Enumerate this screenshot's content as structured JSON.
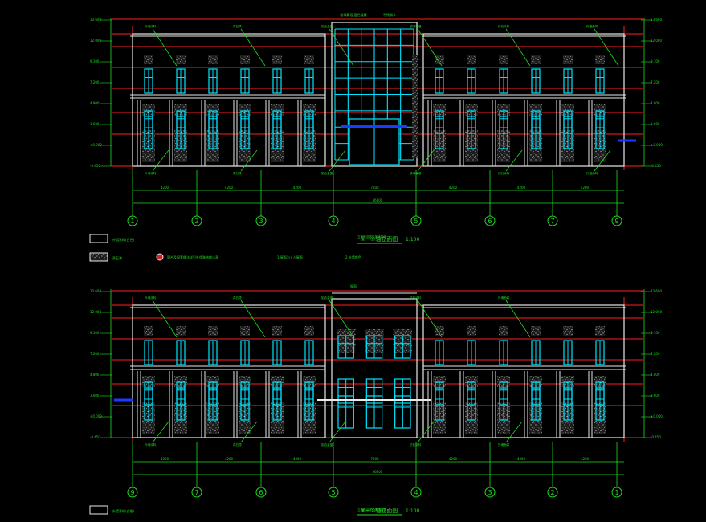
{
  "colors": {
    "background": "#000000",
    "grid_red": "#ff2020",
    "glass_cyan": "#00e5ff",
    "line_green": "#22dd22",
    "wall_white": "#e8e8e8",
    "texture_gray": "#8a8a8a",
    "highlight_blue": "#1a3cff"
  },
  "upper_elevation": {
    "title": "①~⑨轴立面图",
    "scale": "1:100",
    "axis_labels": [
      "1",
      "2",
      "3",
      "4",
      "5",
      "6",
      "7",
      "9"
    ],
    "level_tags": [
      "13.600",
      "12.000",
      "9.100",
      "7.200",
      "4.800",
      "3.600",
      "±0.000",
      "-0.450"
    ],
    "dimension_labels": [
      "4200",
      "4200",
      "4200",
      "7200",
      "4200",
      "4200",
      "4200"
    ],
    "total_dimension": "36000",
    "material_notes": [
      "外墙涂料",
      "真石漆",
      "铝合金窗",
      "玻璃幕墙",
      "仿石涂料",
      "外墙面砖"
    ],
    "top_callouts": [
      "玻璃幕墙 蓝色镀膜",
      "不锈钢字"
    ]
  },
  "lower_elevation": {
    "title": "⑨~①轴立面图",
    "scale": "1:100",
    "axis_labels": [
      "9",
      "7",
      "6",
      "5",
      "4",
      "3",
      "2",
      "1"
    ],
    "level_tags": [
      "13.600",
      "12.000",
      "9.100",
      "7.200",
      "4.800",
      "3.600",
      "±0.000",
      "-0.450"
    ],
    "dimension_labels": [
      "4200",
      "4200",
      "4200",
      "7200",
      "4200",
      "4200",
      "4200"
    ],
    "total_dimension": "36000",
    "material_notes": [
      "外墙涂料",
      "真石漆",
      "铝合金窗",
      "仿石涂料",
      "外墙面砖"
    ],
    "top_callouts": [
      "屋面"
    ]
  },
  "legend": {
    "plain_label": "外墙涂料(白色)",
    "hatch_label": "真石漆",
    "marker_label": "窗台及窗套做法详见外墙装修做法表",
    "note_1": "1.屋面为上人屋面",
    "note_2": "2.外墙颜色",
    "sub_note_upper": "立面做法详见外墙装修",
    "sub_note_lower": "立面做法详见外墙装修"
  }
}
